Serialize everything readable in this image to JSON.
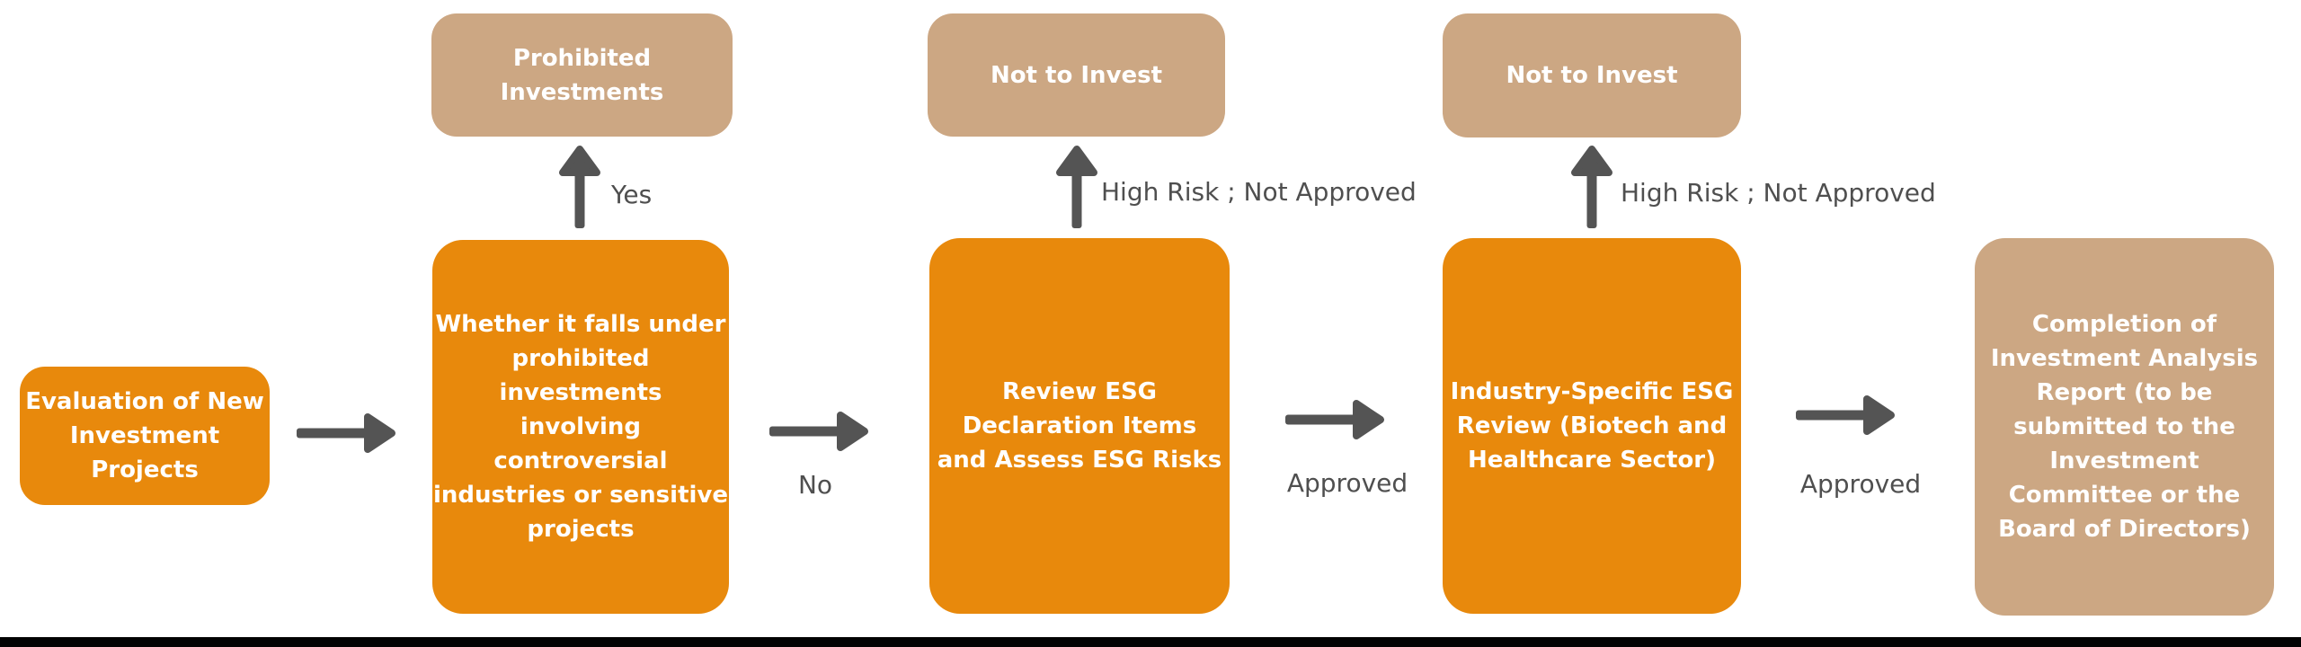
{
  "flowchart": {
    "nodes": {
      "evaluation": {
        "label": "Evaluation of New\nInvestment\nProjects",
        "type": "process"
      },
      "prohibited_check": {
        "label": "Whether it falls under\nprohibited\ninvestments\ninvolving\ncontroversial\nindustries or sensitive\nprojects",
        "type": "process"
      },
      "prohibited_investments": {
        "label": "Prohibited\nInvestments",
        "type": "terminal"
      },
      "review_esg": {
        "label": "Review ESG\nDeclaration Items\nand Assess ESG Risks",
        "type": "process"
      },
      "not_to_invest_1": {
        "label": "Not to Invest",
        "type": "terminal"
      },
      "industry_esg": {
        "label": "Industry-Specific ESG\nReview (Biotech and\nHealthcare Sector)",
        "type": "process"
      },
      "not_to_invest_2": {
        "label": "Not to Invest",
        "type": "terminal"
      },
      "completion": {
        "label": "Completion of\nInvestment Analysis\nReport (to be\nsubmitted to the\nInvestment\nCommittee or the\nBoard of Directors)",
        "type": "terminal"
      }
    },
    "edge_labels": {
      "yes": "Yes",
      "no": "No",
      "high_risk_1": "High Risk ; Not Approved",
      "high_risk_2": "High Risk ; Not Approved",
      "approved_1": "Approved",
      "approved_2": "Approved"
    },
    "colors": {
      "process_box": "#E8890C",
      "terminal_box": "#CCA783",
      "box_text": "#FFFFFF",
      "arrow": "#545454",
      "edge_label_text": "#4F4F4F",
      "bottom_bar": "#020202",
      "background": "#FFFFFF"
    }
  }
}
